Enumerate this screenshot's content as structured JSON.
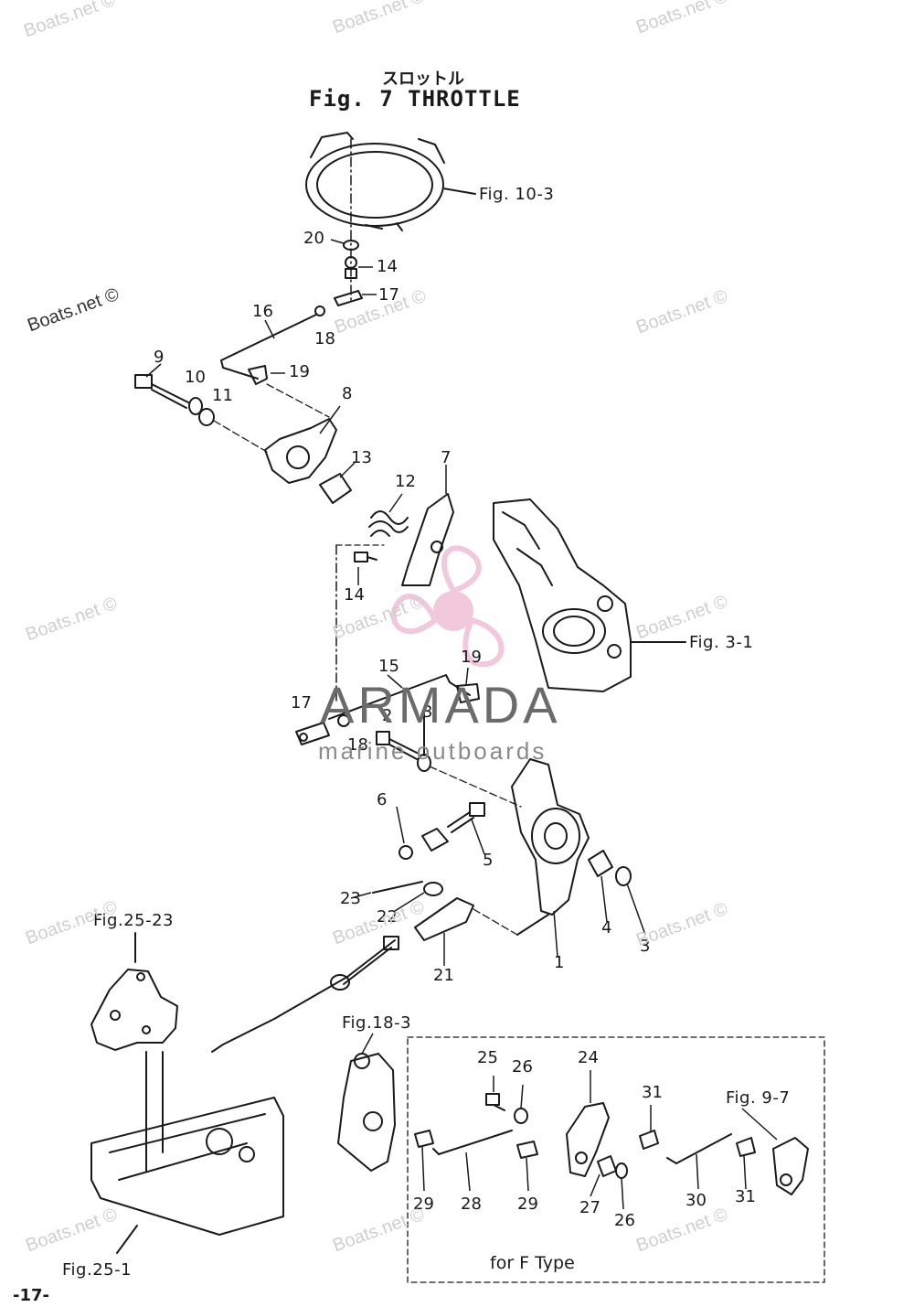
{
  "title": {
    "japanese": "スロットル",
    "english": "Fig. 7  THROTTLE"
  },
  "page_number": "-17-",
  "brand": {
    "name": "ARMADA",
    "tagline": "marine outboards",
    "logo": "pink-propeller-logo"
  },
  "watermark": "Boats.net ©",
  "colors": {
    "line": "#1a1a1a",
    "logo_pink": "#e79cc0",
    "logo_gray": "#6b6b6b",
    "watermark": "#cfcfcf"
  },
  "figure_refs": {
    "fig_10_3": "Fig. 10-3",
    "fig_3_1": "Fig. 3-1",
    "fig_25_23": "Fig.25-23",
    "fig_25_1": "Fig.25-1",
    "fig_18_3": "Fig.18-3",
    "fig_9_7": "Fig. 9-7"
  },
  "variant_note": "for F Type",
  "part_numbers": [
    "1",
    "2",
    "3",
    "3",
    "4",
    "5",
    "6",
    "7",
    "8",
    "9",
    "10",
    "11",
    "12",
    "13",
    "14",
    "14",
    "15",
    "16",
    "17",
    "17",
    "18",
    "18",
    "19",
    "19",
    "20",
    "21",
    "22",
    "23",
    "24",
    "25",
    "26",
    "26",
    "27",
    "28",
    "29",
    "29",
    "30",
    "31",
    "31"
  ]
}
